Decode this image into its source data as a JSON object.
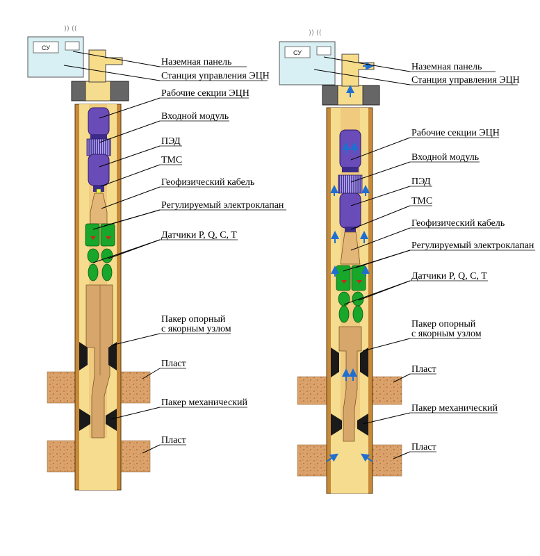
{
  "diagram": {
    "left": {
      "labels": {
        "surface_panel": "Наземная панель",
        "control_station": "Станция управления ЭЦН",
        "pump_sections": "Рабочие секции ЭЦН",
        "intake_module": "Входной модуль",
        "motor": "ПЭД",
        "tms": "ТМС",
        "geo_cable": "Геофизический кабель",
        "valve": "Регулируемый электроклапан",
        "sensors": "Датчики P, Q, C, T",
        "packer_anchor_1": "Пакер опорный",
        "packer_anchor_2": "с якорным узлом",
        "layer_1": "Пласт",
        "packer_mech": "Пакер механический",
        "layer_2": "Пласт"
      },
      "station_text": "СУ"
    },
    "right": {
      "labels": {
        "surface_panel": "Наземная панель",
        "control_station": "Станция управления ЭЦН",
        "pump_sections": "Рабочие секции ЭЦН",
        "intake_module": "Входной модуль",
        "motor": "ПЭД",
        "tms": "ТМС",
        "geo_cable": "Геофизический кабель",
        "valve": "Регулируемый электроклапан",
        "sensors": "Датчики P, Q, C, T",
        "packer_anchor_1": "Пакер опорный",
        "packer_anchor_2": "с якорным узлом",
        "layer_1": "Пласт",
        "packer_mech": "Пакер механический",
        "layer_2": "Пласт"
      },
      "station_text": "СУ"
    },
    "colors": {
      "casing": "#c68a3a",
      "tubing": "#f5d98a",
      "fluid": "#e8b36a",
      "pump": "#6a4cb8",
      "sensor": "#18a62b",
      "formation": "#d9a06a",
      "station": "#d8f0f4",
      "packer": "#1a1a1a",
      "arrow": "#1f6fd1"
    }
  }
}
